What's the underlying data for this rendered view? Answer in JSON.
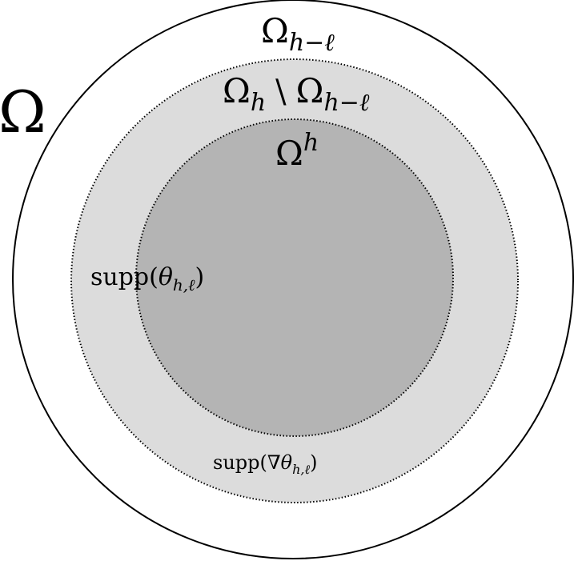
{
  "diagram": {
    "regions": {
      "outer": {
        "name": "Ω",
        "stroke": "#000000",
        "fill": "#ffffff"
      },
      "annulus": {
        "fill": "#dcdcdc",
        "stroke": "#000000",
        "stroke_style": "dotted"
      },
      "inner": {
        "fill": "#b4b4b4",
        "stroke": "#000000",
        "stroke_style": "dotted"
      }
    },
    "labels": {
      "omega": "Ω",
      "omega_h_minus_l": {
        "base": "Ω",
        "sub": "h−ℓ"
      },
      "annulus_label": {
        "base1": "Ω",
        "sub1": "h",
        "sep": "\\",
        "base2": "Ω",
        "sub2": "h−ℓ"
      },
      "omega_sup_h": {
        "base": "Ω",
        "sup": "h"
      },
      "supp_theta": {
        "prefix": "supp(",
        "theta": "θ",
        "sub": "h,ℓ",
        "suffix": ")"
      },
      "supp_grad_theta": {
        "prefix": "supp(∇",
        "theta": "θ",
        "sub": "h,ℓ",
        "suffix": ")"
      }
    }
  }
}
